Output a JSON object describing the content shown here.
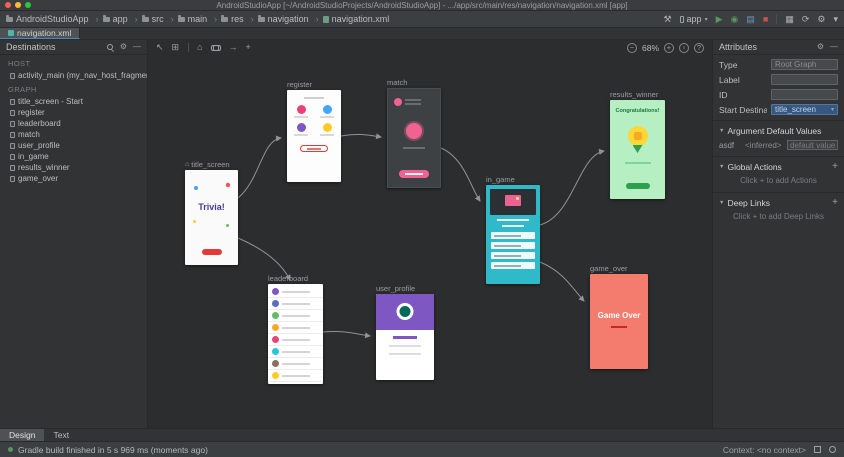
{
  "colors": {
    "panel_bg": "#313335",
    "toolbar_bg": "#3c3f41",
    "canvas_bg": "#2b2d2e",
    "selection_blue": "#365880",
    "tab_underline_blue": "#4a88c7",
    "status_green": "#57965c",
    "arrow_gray": "#8f9395",
    "card_teal": "#2fb9c9",
    "card_green": "#b5efc2",
    "card_salmon": "#f47c6e",
    "card_purple": "#7e57c2",
    "accent_red": "#e53935",
    "accent_pink": "#f06292"
  },
  "icons": {
    "build": "⚒",
    "run": "▶",
    "debug": "◉",
    "profiler": "▤",
    "stop": "■",
    "avd": "▦",
    "sync": "⟳",
    "settings": "⚙",
    "more": "▾",
    "caret": "▾",
    "select": "↖",
    "pan": "⊞",
    "home": "⌂",
    "action": "→",
    "add": "+",
    "zoom_out": "−",
    "zoom_in": "+",
    "zoom_fit": "▫",
    "info": "?",
    "gear": "⚙",
    "minus": "—",
    "section_arrow": "▼",
    "plus": "+"
  },
  "window": {
    "title": "AndroidStudioApp [~/AndroidStudioProjects/AndroidStudioApp] - .../app/src/main/res/navigation/navigation.xml [app]"
  },
  "toolbar": {
    "breadcrumbs": [
      "AndroidStudioApp",
      "app",
      "src",
      "main",
      "res",
      "navigation",
      "navigation.xml"
    ],
    "run_config_label": "app"
  },
  "editor": {
    "tab_label": "navigation.xml"
  },
  "destinations_panel": {
    "title": "Destinations",
    "host_header": "HOST",
    "host_item": "activity_main (my_nav_host_fragment)",
    "graph_header": "GRAPH",
    "graph_items": [
      "title_screen - Start",
      "register",
      "leaderboard",
      "match",
      "user_profile",
      "in_game",
      "results_winner",
      "game_over"
    ]
  },
  "canvas": {
    "zoom_level": "68%",
    "screens": {
      "title_screen": {
        "label": "title_screen",
        "app_title": "Trivia!"
      },
      "register": {
        "label": "register"
      },
      "match": {
        "label": "match"
      },
      "in_game": {
        "label": "in_game"
      },
      "results_winner": {
        "label": "results_winner",
        "text": "Congratulations!"
      },
      "leaderboard": {
        "label": "leaderboard"
      },
      "user_profile": {
        "label": "user_profile"
      },
      "game_over": {
        "label": "game_over",
        "text": "Game Over"
      }
    }
  },
  "attributes_panel": {
    "title": "Attributes",
    "type_label": "Type",
    "type_value": "Root Graph",
    "label_label": "Label",
    "id_label": "ID",
    "start_destination_label": "Start Destination",
    "start_destination_value": "title_screen",
    "argument_section_title": "Argument Default Values",
    "argument_row": {
      "name": "asdf",
      "type": "<inferred>",
      "default_placeholder": "default value"
    },
    "global_actions_title": "Global Actions",
    "global_actions_hint": "Click + to add Actions",
    "deep_links_title": "Deep Links",
    "deep_links_hint": "Click + to add Deep Links"
  },
  "bottom_bar": {
    "design_tab": "Design",
    "text_tab": "Text"
  },
  "status_bar": {
    "message": "Gradle build finished in 5 s 969 ms (moments ago)",
    "context": "Context: <no context>"
  }
}
